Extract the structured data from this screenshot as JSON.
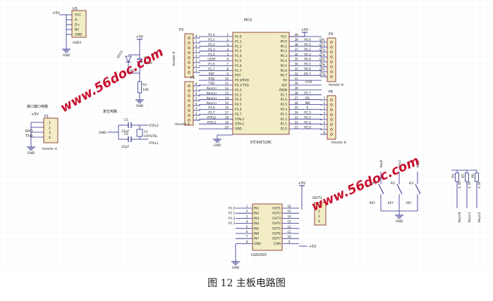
{
  "caption": "图 12  主板电路图",
  "watermark": "www.56doc.com",
  "colors": {
    "wire": "#2b2b8a",
    "chip": "#f2edc4",
    "chip_border": "#7a1f1f",
    "grid": "#e8ecf5",
    "watermark": "#c8102e"
  },
  "usb": {
    "ref": "U5",
    "name": "USB3",
    "pins": [
      "VCC",
      "D-",
      "D+",
      "NC",
      "GND"
    ],
    "power": "+5V",
    "ground": "GND"
  },
  "serial": {
    "title": "串口接口电路",
    "ref": "P1",
    "name": "Header 4",
    "power": "+5V",
    "nets": [
      "RXD",
      "TXD"
    ],
    "ground": "GND",
    "pins": [
      "1",
      "2",
      "3",
      "4"
    ]
  },
  "reset": {
    "power": "+5V",
    "cap": "C4",
    "cap_val": "0.1uF",
    "diode": "VD12",
    "res": "R3",
    "res_val": "10K",
    "net": "RST",
    "ground": "GND"
  },
  "crystal": {
    "title": "复位电路",
    "caps": [
      {
        "ref": "C5",
        "val": "22pF"
      },
      {
        "ref": "C6",
        "val": "22pF"
      }
    ],
    "xtal": "Y1",
    "xtal_name": "CRYSTAL",
    "net1": "XTAL2",
    "net2": "XTAL1",
    "ground": "GND"
  },
  "mcu": {
    "title": "MCU",
    "name": "STC89C52RC",
    "left_pins": [
      {
        "num": "1",
        "label": "P1.0"
      },
      {
        "num": "2",
        "label": "P1.1"
      },
      {
        "num": "3",
        "label": "P1.2"
      },
      {
        "num": "4",
        "label": "P1.3"
      },
      {
        "num": "5",
        "label": "P1.4"
      },
      {
        "num": "6",
        "label": "P1.5"
      },
      {
        "num": "7",
        "label": "P1.6"
      },
      {
        "num": "8",
        "label": "P1.7"
      },
      {
        "num": "9",
        "label": "RST"
      },
      {
        "num": "10",
        "label": "P3.0/RXD"
      },
      {
        "num": "11",
        "label": "P3.1/TXD"
      },
      {
        "num": "12",
        "label": "P3.2"
      },
      {
        "num": "13",
        "label": "P3.3"
      },
      {
        "num": "14",
        "label": "P3.4"
      },
      {
        "num": "15",
        "label": "P3.5"
      },
      {
        "num": "16",
        "label": "P3.6"
      },
      {
        "num": "17",
        "label": "P3.7"
      },
      {
        "num": "18",
        "label": "XTAL2"
      },
      {
        "num": "19",
        "label": "XTAL1"
      },
      {
        "num": "20",
        "label": "GND"
      }
    ],
    "left_nets": [
      "P1.0",
      "P1.1",
      "P1.2",
      "P1.3",
      "P1.4",
      "LED0",
      "P1.6",
      "P1.7",
      "RST",
      "RXD",
      "TXD",
      "Key(n)",
      "Key(n)",
      "Key(n)",
      "Key(n)",
      "P3.6",
      "P3.7",
      "XTAL2",
      "XTAL1",
      ""
    ],
    "right_pins": [
      {
        "num": "40",
        "label": "VCC"
      },
      {
        "num": "39",
        "label": "P0.0"
      },
      {
        "num": "38",
        "label": "P0.1"
      },
      {
        "num": "37",
        "label": "P0.2"
      },
      {
        "num": "36",
        "label": "P0.3"
      },
      {
        "num": "35",
        "label": "P0.4"
      },
      {
        "num": "34",
        "label": "P0.5"
      },
      {
        "num": "33",
        "label": "P0.6"
      },
      {
        "num": "32",
        "label": "P0.7"
      },
      {
        "num": "31",
        "label": "EA"
      },
      {
        "num": "30",
        "label": "ALE"
      },
      {
        "num": "29",
        "label": "PSEN"
      },
      {
        "num": "28",
        "label": "P2.7"
      },
      {
        "num": "27",
        "label": "P2.6"
      },
      {
        "num": "26",
        "label": "P2.5"
      },
      {
        "num": "25",
        "label": "P2.4"
      },
      {
        "num": "24",
        "label": "P2.3"
      },
      {
        "num": "23",
        "label": "P2.2"
      },
      {
        "num": "22",
        "label": "P2.1"
      },
      {
        "num": "21",
        "label": "P2.0"
      }
    ],
    "right_nets": [
      "",
      "P0.0",
      "P0.1",
      "P0.2",
      "P0.3",
      "P0.4",
      "P0.5",
      "P0.6",
      "P0.7",
      "",
      "",
      "",
      "P2.7",
      "RS",
      "RW",
      "E",
      "P2.3",
      "P2.2",
      "P2.1",
      "P2.0"
    ],
    "power": "+5V",
    "ground": "GND"
  },
  "p3": {
    "ref": "P3",
    "name": "Header 8",
    "pins": [
      "8",
      "7",
      "6",
      "5",
      "4",
      "3",
      "2",
      "1"
    ]
  },
  "p5": {
    "ref": "P5",
    "name": "Header 8",
    "pins": [
      "8",
      "7",
      "6",
      "5",
      "4",
      "3",
      "2",
      "1"
    ]
  },
  "p4": {
    "ref": "P4",
    "name": "Header 8",
    "pins": [
      "1",
      "2",
      "3",
      "4",
      "5",
      "6",
      "7",
      "8"
    ],
    "nets": [
      "D0",
      "D1",
      "D2",
      "D3",
      "D4",
      "D5",
      "D6",
      "D7"
    ]
  },
  "p6": {
    "ref": "P6",
    "name": "Header 8",
    "pins": [
      "1",
      "2",
      "3",
      "4",
      "5",
      "6",
      "7",
      "8"
    ]
  },
  "uln": {
    "name": "ULN2003",
    "in_labels": [
      "IN1",
      "IN2",
      "IN3",
      "IN4",
      "IN5",
      "IN6",
      "IN7",
      "GND"
    ],
    "in_nums": [
      "1",
      "2",
      "3",
      "4",
      "5",
      "6",
      "7",
      "8"
    ],
    "out_labels": [
      "OUT1",
      "OUT2",
      "OUT3",
      "OUT4",
      "OUT5",
      "OUT6",
      "OUT7",
      "COM"
    ],
    "out_nums": [
      "16",
      "15",
      "14",
      "13",
      "12",
      "11",
      "10",
      "9"
    ],
    "nets": [
      "P1.0",
      "P1.1",
      "P1.2",
      "P1.3"
    ],
    "power": "+5V",
    "ground": "GND"
  },
  "out1": {
    "ref": "OUT1",
    "power": "+5V",
    "pins": [
      "1",
      "2",
      "3",
      "4"
    ]
  },
  "keys": {
    "switches": [
      "K1",
      "K2",
      "K3"
    ],
    "nets": [
      "Key0",
      "Key1",
      "Key2"
    ],
    "type": "KEY",
    "ground": "GND"
  },
  "pullups": {
    "res": [
      "R4",
      "R5",
      "R6"
    ],
    "vals": [
      "4.7K",
      "4.7K",
      "4.7K"
    ],
    "nets": [
      "Keyin0",
      "Keyin1",
      "Keyin2"
    ]
  }
}
